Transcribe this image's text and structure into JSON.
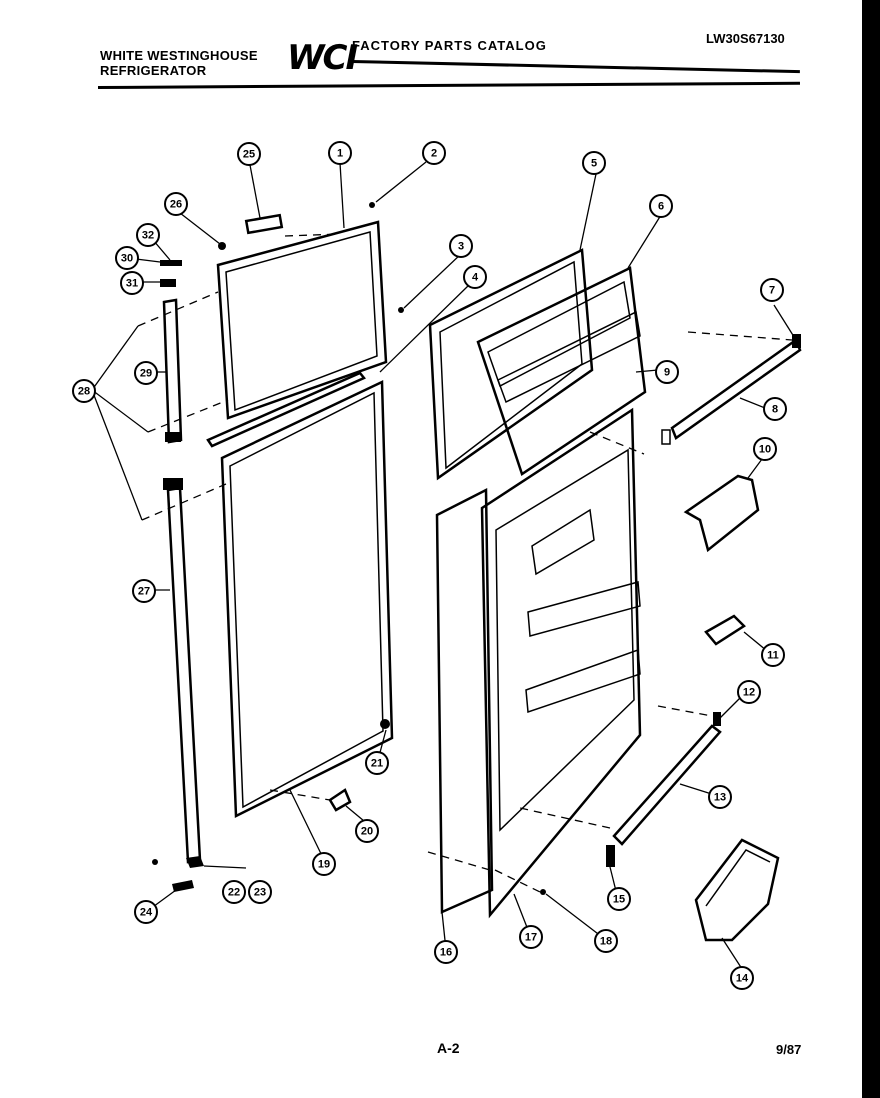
{
  "header": {
    "brand_line1": "WHITE WESTINGHOUSE",
    "brand_line2": "REFRIGERATOR",
    "logo": "WCI",
    "catalog_title": "FACTORY PARTS CATALOG",
    "model_number": "LW30S67130"
  },
  "footer": {
    "page_number": "A-2",
    "date": "9/87"
  },
  "callouts": [
    "1",
    "2",
    "3",
    "4",
    "5",
    "6",
    "7",
    "8",
    "9",
    "10",
    "11",
    "12",
    "13",
    "14",
    "15",
    "16",
    "17",
    "18",
    "19",
    "20",
    "21",
    "22",
    "23",
    "24",
    "25",
    "26",
    "27",
    "28",
    "29",
    "30",
    "31",
    "32"
  ]
}
